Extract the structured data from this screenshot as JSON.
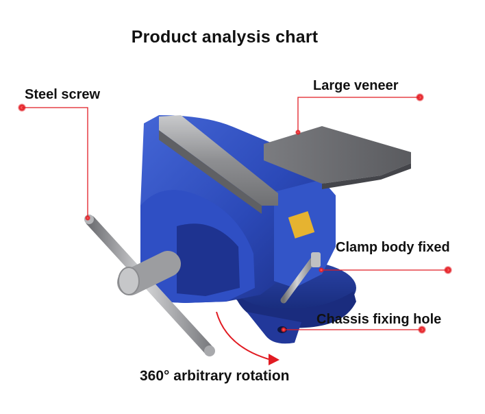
{
  "title": "Product analysis chart",
  "callouts": {
    "steel_screw": "Steel screw",
    "large_veneer": "Large veneer",
    "clamp_body_fixed": "Clamp body fixed",
    "chassis_fixing_hole": "Chassis fixing hole",
    "rotation": "360° arbitrary rotation"
  },
  "colors": {
    "vise_blue": "#2b49b8",
    "leader_red": "#e11b22",
    "jaw_steel": "#8f9093"
  }
}
